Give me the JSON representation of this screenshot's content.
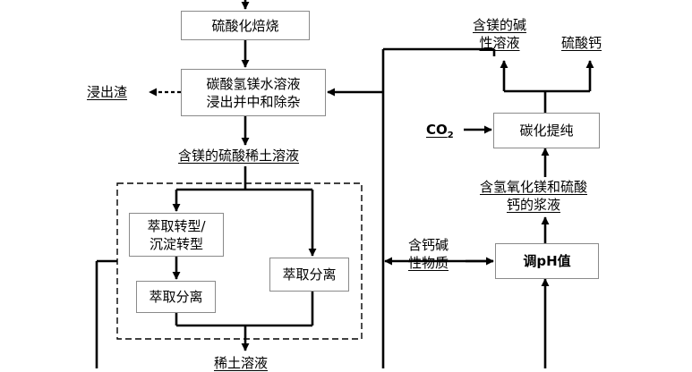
{
  "nodes": {
    "sulfation": "硫酸化焙烧",
    "leach_line1": "碳酸氢镁水溶液",
    "leach_line2": "浸出并中和除杂",
    "extract_convert_line1": "萃取转型/",
    "extract_convert_line2": "沉淀转型",
    "extract_sep_left": "萃取分离",
    "extract_sep_right": "萃取分离",
    "carbonize": "碳化提纯",
    "adjust_ph": "调pH值"
  },
  "labels": {
    "residue": "浸出渣",
    "mg_sulfate_solution": "含镁的硫酸稀土溶液",
    "rare_earth_solution": "稀土溶液",
    "mg_alkaline_line1": "含镁的碱",
    "mg_alkaline_line2": "性溶液",
    "calcium_sulfate": "硫酸钙",
    "co2": "CO",
    "co2_sub": "2",
    "slurry_line1": "含氢氧化镁和硫酸",
    "slurry_line2": "钙的浆液",
    "ca_alkali_line1": "含钙碱",
    "ca_alkali_line2": "性物质"
  },
  "colors": {
    "line": "#000000",
    "box_border": "#8a8a8a"
  }
}
